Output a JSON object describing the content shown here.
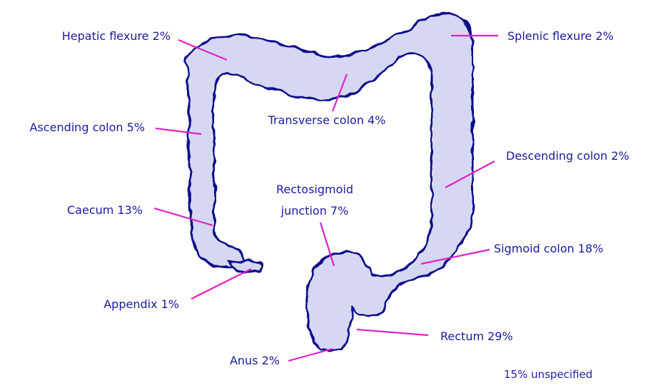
{
  "colors": {
    "organ_fill": "#d6d8f3",
    "organ_outline": "#0d0c8a",
    "label_text": "#1a1aa0",
    "leader_line": "#e020c8",
    "footnote_text": "#1f1fb0"
  },
  "labels": {
    "hepatic": "Hepatic flexure 2%",
    "splenic": "Splenic flexure 2%",
    "transverse": "Transverse colon 4%",
    "ascending": "Ascending colon 5%",
    "descending": "Descending colon 2%",
    "rectosigmoid_line1": "Rectosigmoid",
    "rectosigmoid_line2": "junction 7%",
    "caecum": "Caecum 13%",
    "sigmoid": "Sigmoid colon 18%",
    "appendix": "Appendix 1%",
    "rectum": "Rectum 29%",
    "anus": "Anus 2%"
  },
  "footnote": "15% unspecified"
}
